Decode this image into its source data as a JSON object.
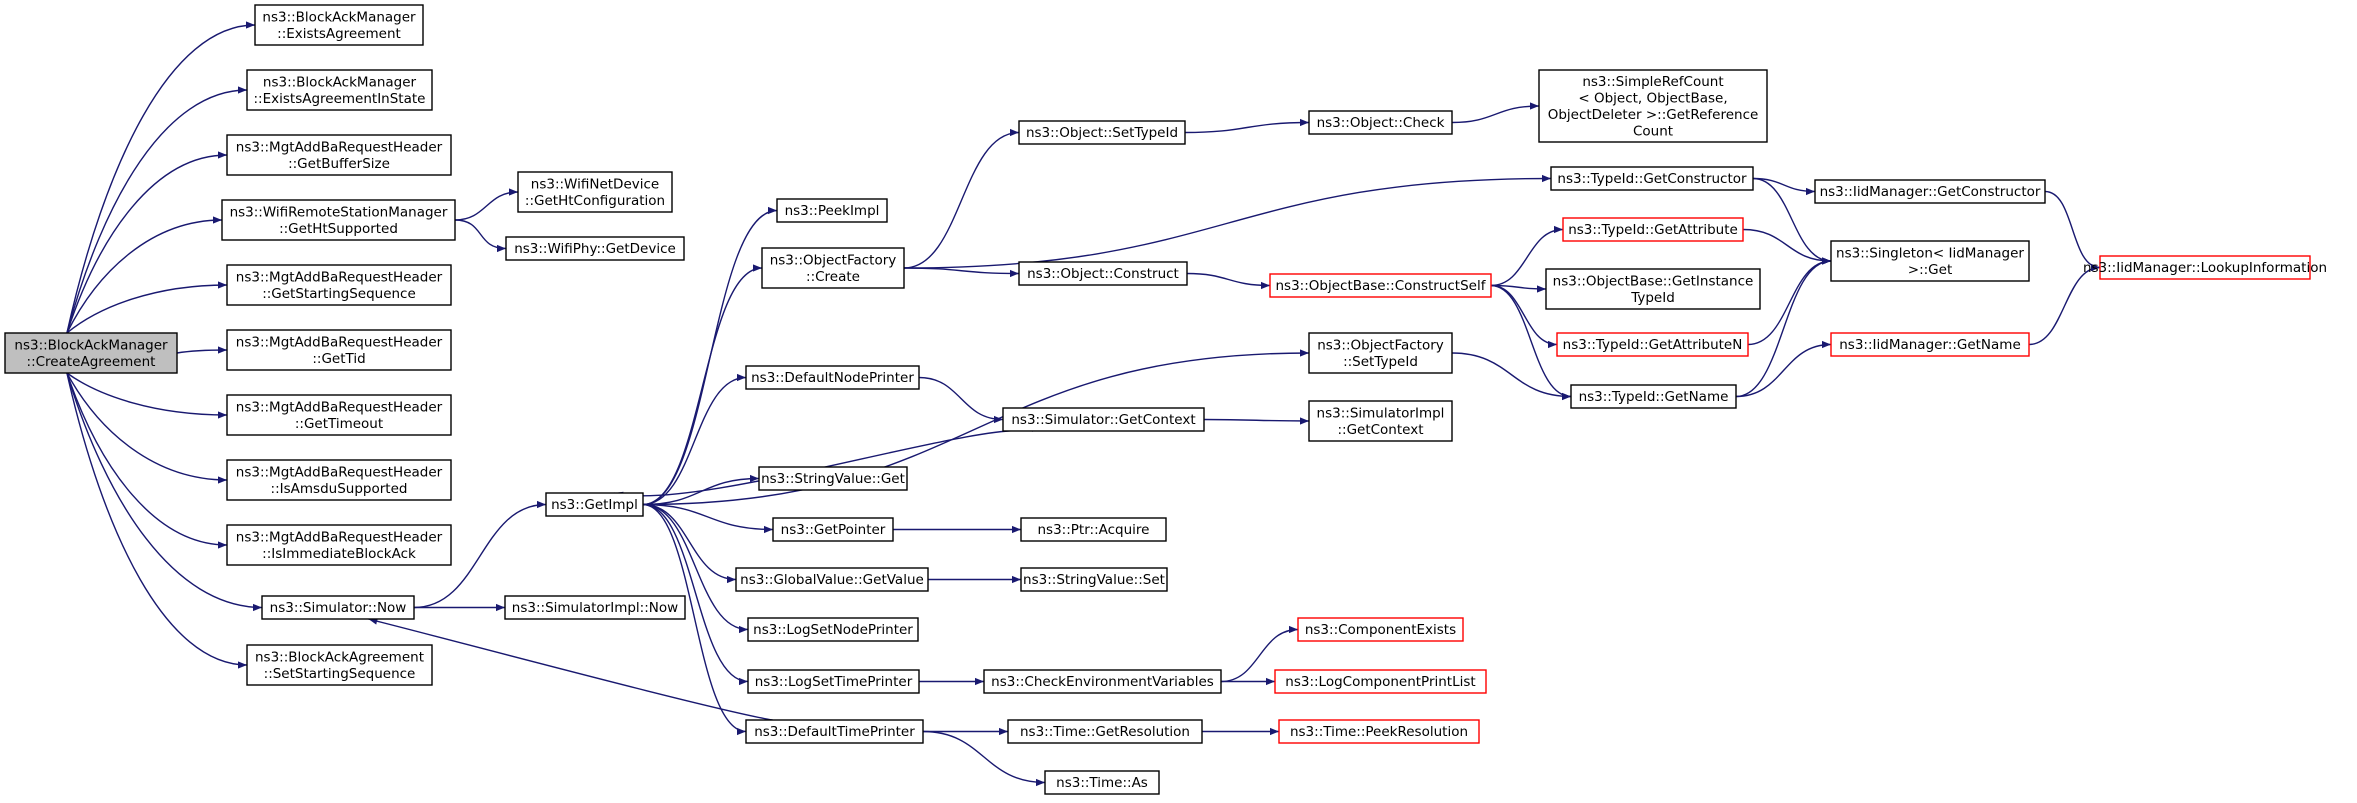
{
  "graph": {
    "nodes": {
      "root": {
        "lines": [
          "ns3::BlockAckManager",
          "::CreateAgreement"
        ],
        "root": true
      },
      "existsAgreement": {
        "lines": [
          "ns3::BlockAckManager",
          "::ExistsAgreement"
        ]
      },
      "existsAgreementInState": {
        "lines": [
          "ns3::BlockAckManager",
          "::ExistsAgreementInState"
        ]
      },
      "getBufferSize": {
        "lines": [
          "ns3::MgtAddBaRequestHeader",
          "::GetBufferSize"
        ]
      },
      "getHtSupported": {
        "lines": [
          "ns3::WifiRemoteStationManager",
          "::GetHtSupported"
        ]
      },
      "getStartingSequence": {
        "lines": [
          "ns3::MgtAddBaRequestHeader",
          "::GetStartingSequence"
        ]
      },
      "getTid": {
        "lines": [
          "ns3::MgtAddBaRequestHeader",
          "::GetTid"
        ]
      },
      "getTimeout": {
        "lines": [
          "ns3::MgtAddBaRequestHeader",
          "::GetTimeout"
        ]
      },
      "isAmsduSupported": {
        "lines": [
          "ns3::MgtAddBaRequestHeader",
          "::IsAmsduSupported"
        ]
      },
      "isImmediateBlockAck": {
        "lines": [
          "ns3::MgtAddBaRequestHeader",
          "::IsImmediateBlockAck"
        ]
      },
      "simulatorNow": {
        "lines": [
          "ns3::Simulator::Now"
        ]
      },
      "setStartingSequence": {
        "lines": [
          "ns3::BlockAckAgreement",
          "::SetStartingSequence"
        ]
      },
      "getHtConfiguration": {
        "lines": [
          "ns3::WifiNetDevice",
          "::GetHtConfiguration"
        ]
      },
      "wifiPhyGetDevice": {
        "lines": [
          "ns3::WifiPhy::GetDevice"
        ]
      },
      "getImpl": {
        "lines": [
          "ns3::GetImpl"
        ]
      },
      "simulatorImplNow": {
        "lines": [
          "ns3::SimulatorImpl::Now"
        ]
      },
      "peekImpl": {
        "lines": [
          "ns3::PeekImpl"
        ]
      },
      "objectFactoryCreate": {
        "lines": [
          "ns3::ObjectFactory",
          "::Create"
        ]
      },
      "defaultNodePrinter": {
        "lines": [
          "ns3::DefaultNodePrinter"
        ]
      },
      "stringValueGet": {
        "lines": [
          "ns3::StringValue::Get"
        ]
      },
      "getPointer": {
        "lines": [
          "ns3::GetPointer"
        ]
      },
      "globalValueGetValue": {
        "lines": [
          "ns3::GlobalValue::GetValue"
        ]
      },
      "logSetNodePrinter": {
        "lines": [
          "ns3::LogSetNodePrinter"
        ]
      },
      "logSetTimePrinter": {
        "lines": [
          "ns3::LogSetTimePrinter"
        ]
      },
      "defaultTimePrinter": {
        "lines": [
          "ns3::DefaultTimePrinter"
        ]
      },
      "objectSetTypeId": {
        "lines": [
          "ns3::Object::SetTypeId"
        ]
      },
      "objectCheck": {
        "lines": [
          "ns3::Object::Check"
        ]
      },
      "simpleRefCount": {
        "lines": [
          "ns3::SimpleRefCount",
          "< Object, ObjectBase,",
          "ObjectDeleter >::GetReference",
          "Count"
        ]
      },
      "objectConstruct": {
        "lines": [
          "ns3::Object::Construct"
        ]
      },
      "constructSelf": {
        "lines": [
          "ns3::ObjectBase::ConstructSelf"
        ],
        "truncated": true
      },
      "typeIdGetConstructor": {
        "lines": [
          "ns3::TypeId::GetConstructor"
        ]
      },
      "iidGetConstructor": {
        "lines": [
          "ns3::IidManager::GetConstructor"
        ]
      },
      "lookupInformation": {
        "lines": [
          "ns3::IidManager::LookupInformation"
        ],
        "truncated": true
      },
      "typeIdGetAttribute": {
        "lines": [
          "ns3::TypeId::GetAttribute"
        ],
        "truncated": true
      },
      "singletonGet": {
        "lines": [
          "ns3::Singleton< IidManager",
          ">::Get"
        ]
      },
      "getInstanceTypeId": {
        "lines": [
          "ns3::ObjectBase::GetInstance",
          "TypeId"
        ]
      },
      "typeIdGetAttributeN": {
        "lines": [
          "ns3::TypeId::GetAttributeN"
        ],
        "truncated": true
      },
      "objectFactorySetTypeId": {
        "lines": [
          "ns3::ObjectFactory",
          "::SetTypeId"
        ]
      },
      "typeIdGetName": {
        "lines": [
          "ns3::TypeId::GetName"
        ]
      },
      "iidGetName": {
        "lines": [
          "ns3::IidManager::GetName"
        ],
        "truncated": true
      },
      "simulatorGetContext": {
        "lines": [
          "ns3::Simulator::GetContext"
        ]
      },
      "simulatorImplGetContext": {
        "lines": [
          "ns3::SimulatorImpl",
          "::GetContext"
        ]
      },
      "ptrAcquire": {
        "lines": [
          "ns3::Ptr::Acquire"
        ]
      },
      "stringValueSet": {
        "lines": [
          "ns3::StringValue::Set"
        ]
      },
      "checkEnvVars": {
        "lines": [
          "ns3::CheckEnvironmentVariables"
        ]
      },
      "componentExists": {
        "lines": [
          "ns3::ComponentExists"
        ],
        "truncated": true
      },
      "logComponentPrintList": {
        "lines": [
          "ns3::LogComponentPrintList"
        ],
        "truncated": true
      },
      "timeGetResolution": {
        "lines": [
          "ns3::Time::GetResolution"
        ]
      },
      "timePeekResolution": {
        "lines": [
          "ns3::Time::PeekResolution"
        ],
        "truncated": true
      },
      "timeAs": {
        "lines": [
          "ns3::Time::As"
        ]
      }
    },
    "edges": [
      [
        "root",
        "existsAgreement"
      ],
      [
        "root",
        "existsAgreementInState"
      ],
      [
        "root",
        "getBufferSize"
      ],
      [
        "root",
        "getHtSupported"
      ],
      [
        "root",
        "getStartingSequence"
      ],
      [
        "root",
        "getTid"
      ],
      [
        "root",
        "getTimeout"
      ],
      [
        "root",
        "isAmsduSupported"
      ],
      [
        "root",
        "isImmediateBlockAck"
      ],
      [
        "root",
        "simulatorNow"
      ],
      [
        "root",
        "setStartingSequence"
      ],
      [
        "getHtSupported",
        "getHtConfiguration"
      ],
      [
        "getHtSupported",
        "wifiPhyGetDevice"
      ],
      [
        "simulatorNow",
        "getImpl"
      ],
      [
        "simulatorNow",
        "simulatorImplNow"
      ],
      [
        "getImpl",
        "peekImpl"
      ],
      [
        "getImpl",
        "objectFactoryCreate"
      ],
      [
        "getImpl",
        "defaultNodePrinter"
      ],
      [
        "getImpl",
        "objectFactorySetTypeId"
      ],
      [
        "getImpl",
        "stringValueGet"
      ],
      [
        "getImpl",
        "getPointer"
      ],
      [
        "getImpl",
        "globalValueGetValue"
      ],
      [
        "getImpl",
        "logSetNodePrinter"
      ],
      [
        "getImpl",
        "logSetTimePrinter"
      ],
      [
        "getImpl",
        "defaultTimePrinter"
      ],
      [
        "objectFactoryCreate",
        "objectSetTypeId"
      ],
      [
        "objectFactoryCreate",
        "objectConstruct"
      ],
      [
        "objectFactoryCreate",
        "typeIdGetConstructor"
      ],
      [
        "objectSetTypeId",
        "objectCheck"
      ],
      [
        "objectCheck",
        "simpleRefCount"
      ],
      [
        "objectConstruct",
        "constructSelf"
      ],
      [
        "constructSelf",
        "typeIdGetAttribute"
      ],
      [
        "constructSelf",
        "getInstanceTypeId"
      ],
      [
        "constructSelf",
        "typeIdGetAttributeN"
      ],
      [
        "constructSelf",
        "typeIdGetName"
      ],
      [
        "typeIdGetConstructor",
        "iidGetConstructor"
      ],
      [
        "typeIdGetConstructor",
        "singletonGet"
      ],
      [
        "iidGetConstructor",
        "lookupInformation"
      ],
      [
        "typeIdGetAttribute",
        "singletonGet"
      ],
      [
        "typeIdGetAttributeN",
        "singletonGet"
      ],
      [
        "objectFactorySetTypeId",
        "typeIdGetName"
      ],
      [
        "typeIdGetName",
        "singletonGet"
      ],
      [
        "typeIdGetName",
        "iidGetName"
      ],
      [
        "iidGetName",
        "lookupInformation"
      ],
      [
        "defaultNodePrinter",
        "simulatorGetContext"
      ],
      [
        "simulatorGetContext",
        "getImpl"
      ],
      [
        "simulatorGetContext",
        "simulatorImplGetContext"
      ],
      [
        "getPointer",
        "ptrAcquire"
      ],
      [
        "globalValueGetValue",
        "stringValueSet"
      ],
      [
        "logSetTimePrinter",
        "checkEnvVars"
      ],
      [
        "checkEnvVars",
        "componentExists"
      ],
      [
        "checkEnvVars",
        "logComponentPrintList"
      ],
      [
        "defaultTimePrinter",
        "simulatorNow"
      ],
      [
        "defaultTimePrinter",
        "timeGetResolution"
      ],
      [
        "defaultTimePrinter",
        "timeAs"
      ],
      [
        "timeGetResolution",
        "timePeekResolution"
      ]
    ]
  }
}
